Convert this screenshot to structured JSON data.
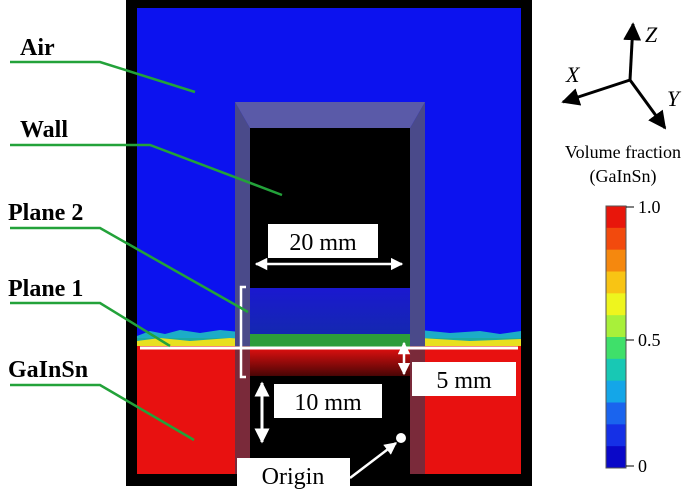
{
  "labels": {
    "air": "Air",
    "wall": "Wall",
    "plane2": "Plane 2",
    "plane1": "Plane 1",
    "galinstan": "GaInSn"
  },
  "dimensions": {
    "width": "20 mm",
    "depth_bottom": "10 mm",
    "depth_interface": "5 mm",
    "origin": "Origin"
  },
  "axes": {
    "x": "X",
    "y": "Y",
    "z": "Z"
  },
  "legend": {
    "title_line1": "Volume fraction",
    "title_line2": "(GaInSn)",
    "ticks": [
      "1.0",
      "0.5",
      "0"
    ],
    "colors": [
      "#e8160b",
      "#f24a0d",
      "#f5880e",
      "#f8c414",
      "#eef51e",
      "#a8f03a",
      "#3fe06a",
      "#18c8b4",
      "#14a6e8",
      "#1a64ee",
      "#1530e6",
      "#0a08c8"
    ]
  },
  "colors": {
    "air": "#0c12ef",
    "liquid": "#e81110",
    "wall": "#000000",
    "frame": "#000000"
  }
}
